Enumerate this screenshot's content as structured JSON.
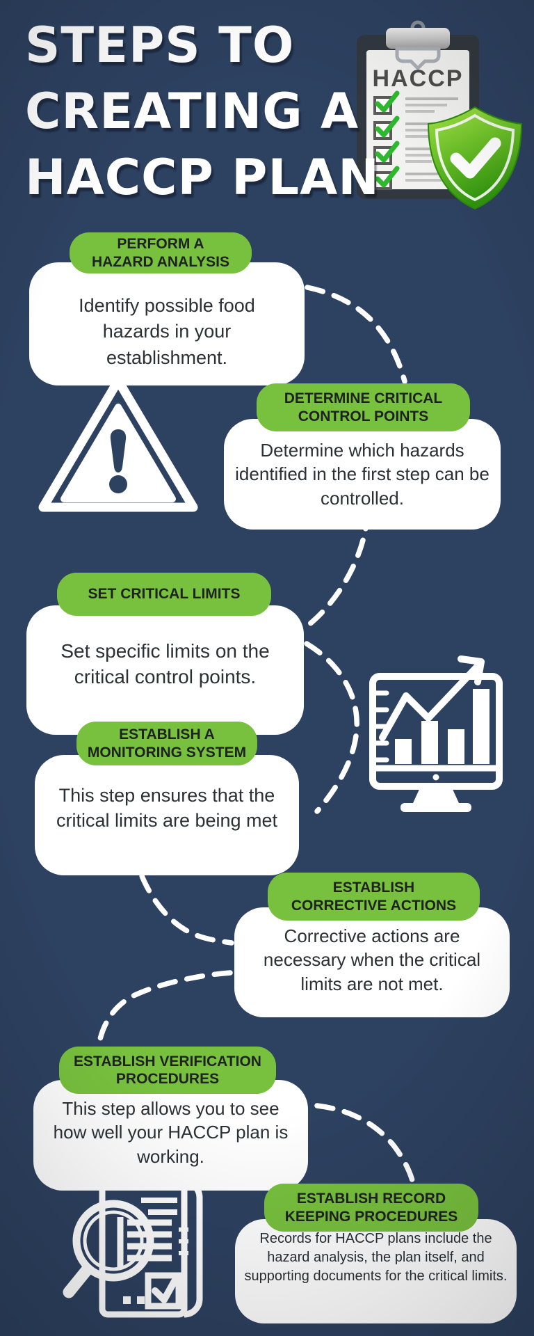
{
  "title": {
    "lines": [
      "STEPS TO",
      "CREATING A",
      "HACCP PLAN"
    ]
  },
  "clipboard_icon": {
    "heading": "HACCP"
  },
  "steps": [
    {
      "label": "PERFORM A\nHAZARD ANALYSIS",
      "description": "Identify possible food hazards in your establishment."
    },
    {
      "label": "DETERMINE CRITICAL\nCONTROL POINTS",
      "description": "Determine which hazards identified in the first step can be controlled."
    },
    {
      "label": "SET CRITICAL LIMITS",
      "description": "Set specific limits on the critical control points."
    },
    {
      "label": "ESTABLISH A\nMONITORING SYSTEM",
      "description": "This step ensures that the critical limits are being met"
    },
    {
      "label": "ESTABLISH\nCORRECTIVE ACTIONS",
      "description": "Corrective actions are necessary when the critical limits are not met."
    },
    {
      "label": "ESTABLISH VERIFICATION\nPROCEDURES",
      "description": "This step allows you to see how well your HACCP plan is working."
    },
    {
      "label": "ESTABLISH RECORD\nKEEPING PROCEDURES",
      "description": "Records for HACCP plans include the hazard analysis, the plan itself, and supporting documents for the critical limits."
    }
  ],
  "colors": {
    "background": "#2d4160",
    "accent_green": "#78c13e",
    "card_white": "#ffffff",
    "pill_text": "#1e2222",
    "body_text": "#2b3034",
    "shield_green": "#49a117",
    "check_green": "#2eb82e"
  },
  "icons": [
    "clipboard-checklist-icon",
    "shield-check-icon",
    "warning-triangle-icon",
    "monitor-chart-icon",
    "document-magnifier-icon"
  ]
}
